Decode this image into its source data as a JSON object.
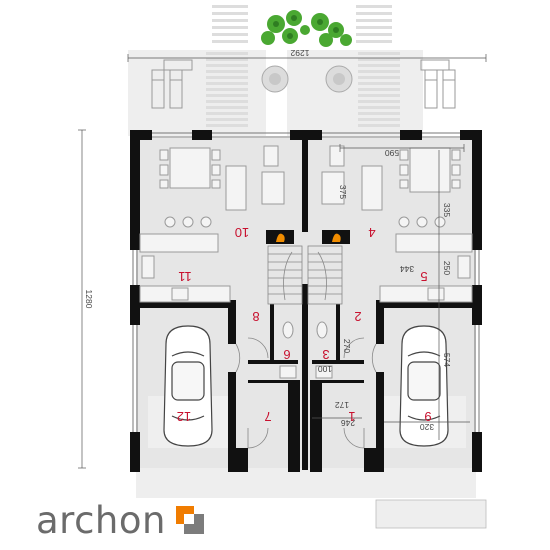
{
  "plan": {
    "dimensions": {
      "total_width": "1292",
      "total_depth": "1280",
      "kitchen_width": "590",
      "stair_depth": "375",
      "dining_depth": "335",
      "hall_width": "344",
      "hall_depth": "250",
      "bath_width": "100",
      "toilet_width": "246",
      "toilet_depth": "172",
      "boiler_depth": "270",
      "garage_depth": "574",
      "garage_width": "320"
    },
    "rooms": {
      "left_living": "10",
      "left_hall": "11",
      "left_stair_hall": "8",
      "left_boiler": "6",
      "left_vestibule": "7",
      "left_garage": "12",
      "right_living": "4",
      "right_hall": "5",
      "right_stair_hall": "2",
      "right_boiler": "3",
      "right_vestibule": "1",
      "right_garage": "9"
    },
    "colors": {
      "wall": "#111111",
      "floor": "#e6e6e6",
      "room_label": "#c8102e",
      "fireplace": "#f08c00",
      "greenery": "#4aa832"
    }
  },
  "branding": {
    "logo_text": "archon",
    "logo_mark": "archon-square-icon"
  }
}
